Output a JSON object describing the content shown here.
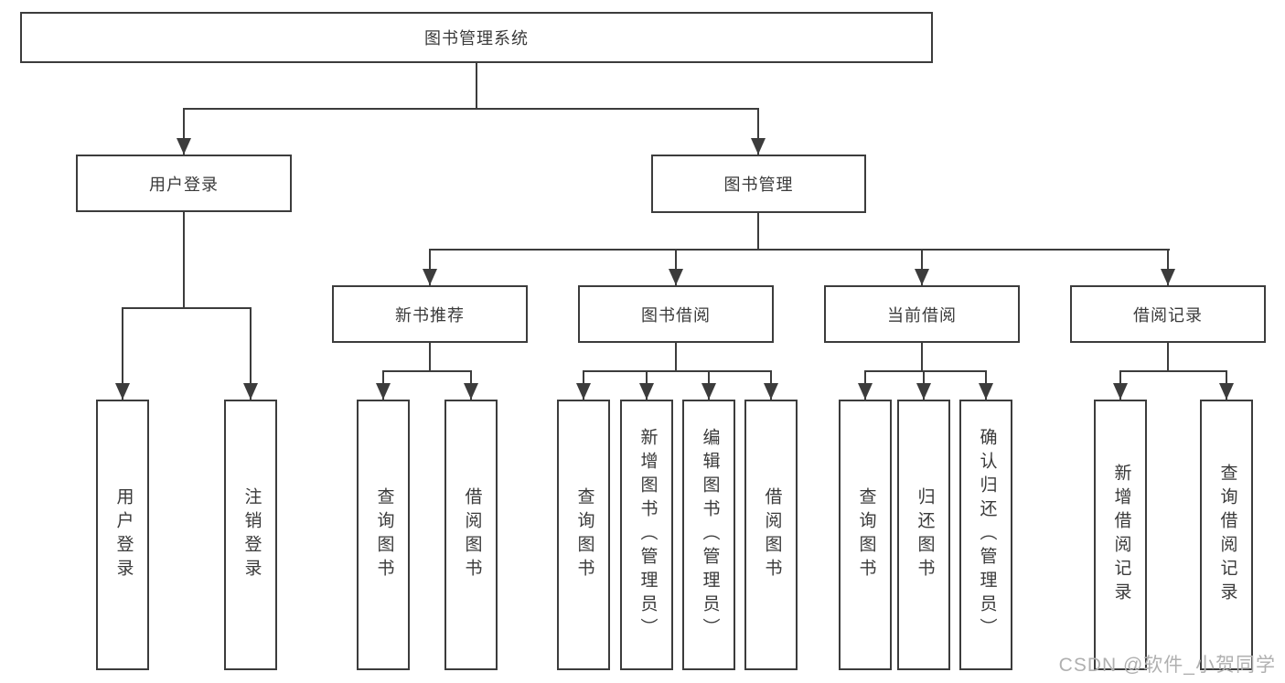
{
  "diagram": {
    "root": {
      "label": "图书管理系统"
    },
    "branches": [
      {
        "label": "用户登录",
        "children": [
          {
            "label": "用户登录"
          },
          {
            "label": "注销登录"
          }
        ]
      },
      {
        "label": "图书管理",
        "children": [
          {
            "label": "新书推荐",
            "children": [
              {
                "label": "查询图书"
              },
              {
                "label": "借阅图书"
              }
            ]
          },
          {
            "label": "图书借阅",
            "children": [
              {
                "label": "查询图书"
              },
              {
                "label": "新增图书（管理员）"
              },
              {
                "label": "编辑图书（管理员）"
              },
              {
                "label": "借阅图书"
              }
            ]
          },
          {
            "label": "当前借阅",
            "children": [
              {
                "label": "查询图书"
              },
              {
                "label": "归还图书"
              },
              {
                "label": "确认归还（管理员）"
              }
            ]
          },
          {
            "label": "借阅记录",
            "children": [
              {
                "label": "新增借阅记录"
              },
              {
                "label": "查询借阅记录"
              }
            ]
          }
        ]
      }
    ],
    "watermark": "CSDN @软件_小贺同学",
    "colors": {
      "line": "#3c3c3c",
      "text": "#3a3a3a",
      "box_background": "#ffffff",
      "page_background": "#ffffff",
      "watermark": "#b0b0b0"
    }
  }
}
